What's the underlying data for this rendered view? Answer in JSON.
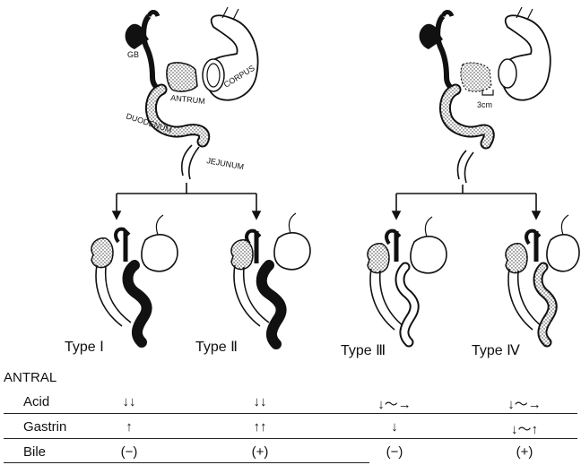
{
  "top_left_labels": {
    "gb": "GB",
    "antrum": "ANTRUM",
    "corpus": "CORPUS",
    "duodenum": "DUODENUM",
    "jejunum": "JEJUNUM"
  },
  "top_right_labels": {
    "measure": "3cm"
  },
  "types": [
    {
      "label": "Type Ⅰ"
    },
    {
      "label": "Type Ⅱ"
    },
    {
      "label": "Type Ⅲ"
    },
    {
      "label": "Type Ⅳ"
    }
  ],
  "table": {
    "section_title": "ANTRAL",
    "rows": [
      {
        "label": "Acid",
        "values": [
          "↓↓",
          "↓↓",
          "↓〜→",
          "↓〜→"
        ]
      },
      {
        "label": "Gastrin",
        "values": [
          "↑",
          "↑↑",
          "↓",
          "↓〜↑"
        ]
      },
      {
        "label": "Bile",
        "values": [
          "(−)",
          "(+)",
          "(−)",
          "(+)"
        ]
      }
    ]
  }
}
